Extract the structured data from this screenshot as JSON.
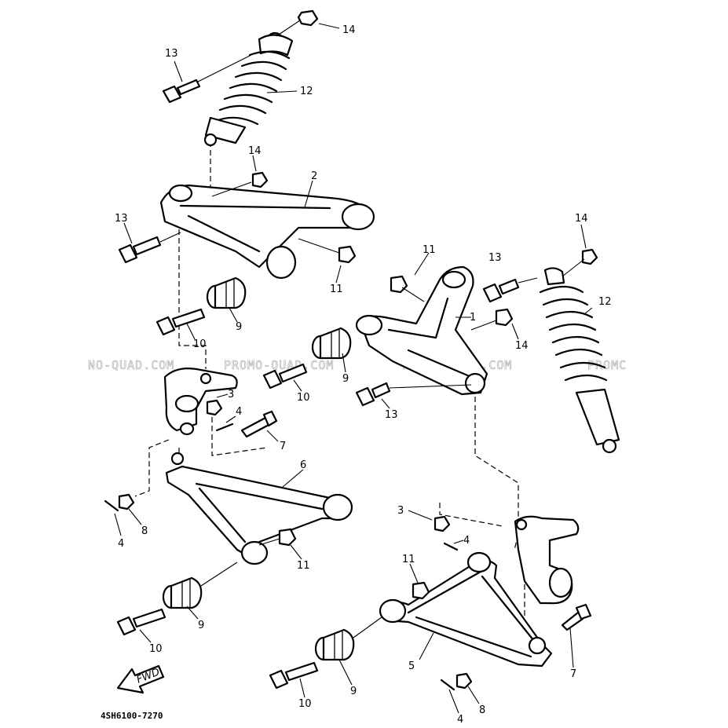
{
  "diagram": {
    "code_label": "4SH6100-7270",
    "fwd_label": "FWD",
    "watermarks": [
      "NO-QUAD.COM",
      "PROMO-QUAD.COM",
      "PROMO-QUAD.COM",
      "PROMC"
    ],
    "callouts": [
      "14",
      "13",
      "12",
      "14",
      "2",
      "13",
      "11",
      "11",
      "14",
      "13",
      "12",
      "1",
      "14",
      "9",
      "10",
      "10",
      "9",
      "13",
      "3",
      "4",
      "7",
      "6",
      "4",
      "8",
      "11",
      "3",
      "4",
      "11",
      "9",
      "10",
      "5",
      "7",
      "10",
      "9",
      "8",
      "4"
    ]
  }
}
